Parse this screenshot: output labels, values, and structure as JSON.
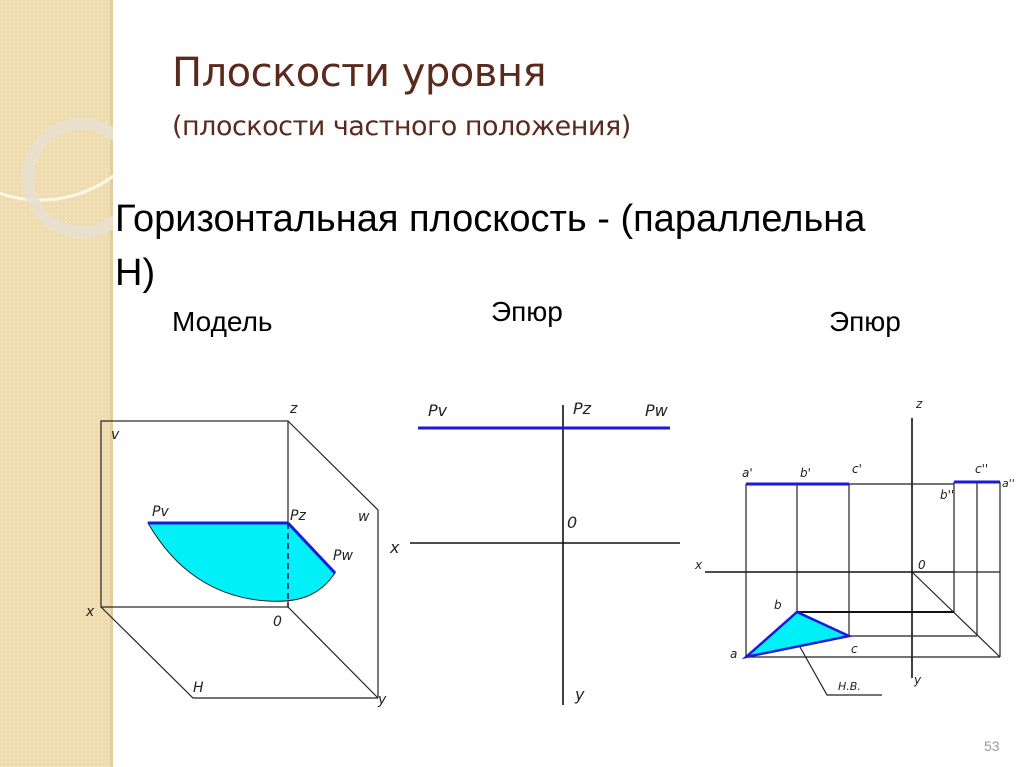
{
  "slide": {
    "title": "Плоскости уровня",
    "subtitle": "(плоскости частного положения)",
    "heading_line1": "Горизонтальная плоскость - (параллельна",
    "heading_line2": "Н)",
    "page_number": "53"
  },
  "captions": {
    "model": "Модель",
    "epure1": "Эпюр",
    "epure2": "Эпюр"
  },
  "colors": {
    "fill": "#00f0f8",
    "trace": "#1a1ad8",
    "title": "#5a2a1c",
    "sidebar": "#efdcae"
  },
  "model_labels": {
    "z": "z",
    "v": "v",
    "pv": "Pv",
    "pz": "Pz",
    "w": "w",
    "pw": "Pw",
    "x": "x",
    "o": "0",
    "h": "H",
    "y": "y"
  },
  "epure1_labels": {
    "pv": "Pv",
    "pz": "Pz",
    "pw": "Pw",
    "x": "x",
    "o": "0",
    "y": "y"
  },
  "epure2_labels": {
    "z": "z",
    "a1": "a'",
    "b1": "b'",
    "c1": "c'",
    "c2": "c''",
    "a2": "a''",
    "b2": "b''",
    "x": "x",
    "o": "0",
    "a": "a",
    "b": "b",
    "c": "c",
    "y": "y",
    "nv": "Н.В."
  }
}
